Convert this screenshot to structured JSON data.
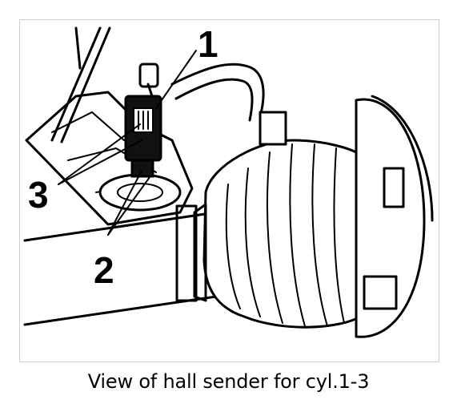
{
  "caption": "View of hall sender for cyl.1-3",
  "callouts": {
    "one": "1",
    "two": "2",
    "three": "3"
  },
  "colors": {
    "ink": "#000000",
    "paper": "#ffffff",
    "border": "#cfcfcf"
  }
}
